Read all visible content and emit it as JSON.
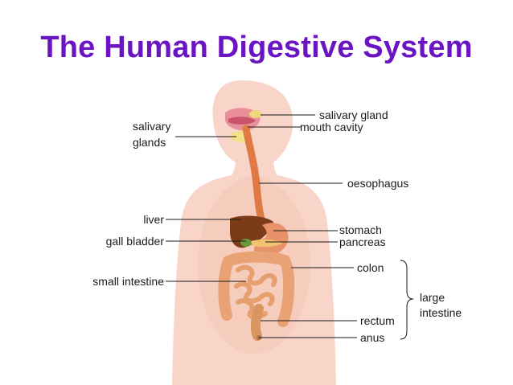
{
  "title": "The Human Digestive System",
  "colors": {
    "title": "#6a14c4",
    "body_silhouette": "#f8d5c8",
    "leader_line": "#1a1a1a"
  },
  "labels": {
    "salivary_gland": "salivary gland",
    "salivary_glands_line1": "salivary",
    "salivary_glands_line2": "glands",
    "mouth_cavity": "mouth cavity",
    "oesophagus": "oesophagus",
    "liver": "liver",
    "stomach": "stomach",
    "gall_bladder": "gall bladder",
    "pancreas": "pancreas",
    "colon": "colon",
    "small_intestine": "small intestine",
    "large_intestine_line1": "large",
    "large_intestine_line2": "intestine",
    "rectum": "rectum",
    "anus": "anus"
  }
}
